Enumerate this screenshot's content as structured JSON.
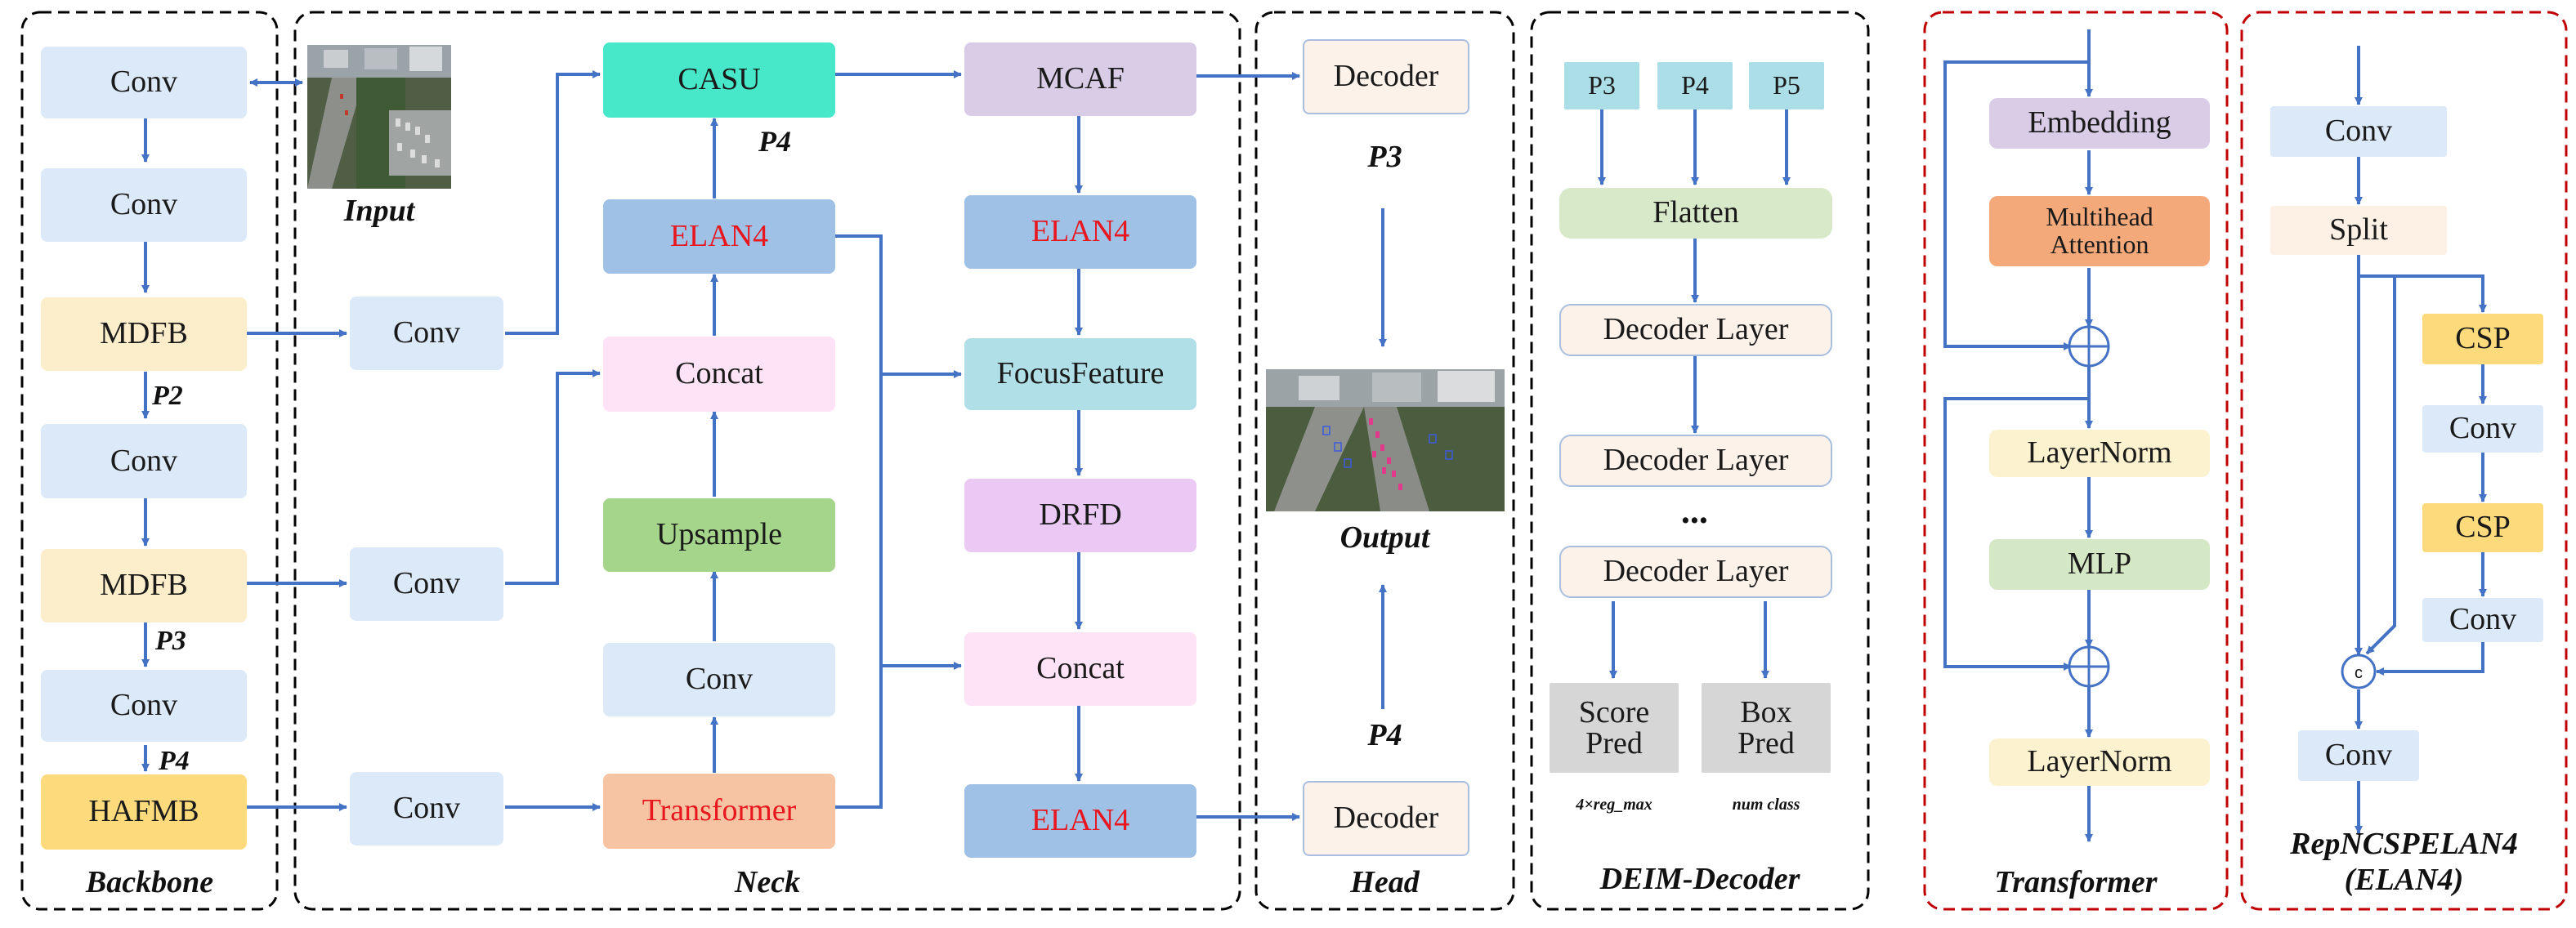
{
  "sections": {
    "backbone": "Backbone",
    "neck": "Neck",
    "head": "Head",
    "deim_decoder": "DEIM-Decoder",
    "transformer": "Transformer",
    "elan4": [
      "RepNCSPELAN4",
      "(ELAN4)"
    ]
  },
  "backbone": {
    "conv1": "Conv",
    "conv2": "Conv",
    "mdfb1": "MDFB",
    "p2": "P2",
    "conv3": "Conv",
    "mdfb2": "MDFB",
    "p3": "P3",
    "conv4": "Conv",
    "p4": "P4",
    "hafmb": "HAFMB"
  },
  "neck": {
    "input_label": "Input",
    "conv_a": "Conv",
    "conv_b": "Conv",
    "conv_c": "Conv",
    "casu": "CASU",
    "p4_label": "P4",
    "elan4_top": "ELAN4",
    "concat_left": "Concat",
    "upsample": "Upsample",
    "conv_mid": "Conv",
    "transformer": "Transformer",
    "mcaf": "MCAF",
    "elan4_mid": "ELAN4",
    "focus": "FocusFeature",
    "drfd": "DRFD",
    "concat_right": "Concat",
    "elan4_bottom": "ELAN4"
  },
  "head": {
    "decoder_top": "Decoder",
    "p3": "P3",
    "output_label": "Output",
    "p4": "P4",
    "decoder_bottom": "Decoder"
  },
  "deim": {
    "p3": "P3",
    "p4": "P4",
    "p5": "P5",
    "flatten": "Flatten",
    "layer1": "Decoder Layer",
    "layer2": "Decoder Layer",
    "dots": "...",
    "layer3": "Decoder Layer",
    "score_pred": [
      "Score",
      "Pred"
    ],
    "box_pred": [
      "Box",
      "Pred"
    ],
    "score_note": "4×reg_max",
    "box_note": "num class"
  },
  "transformer": {
    "embedding": "Embedding",
    "attention": [
      "Multihead",
      "Attention"
    ],
    "layernorm1": "LayerNorm",
    "mlp": "MLP",
    "layernorm2": "LayerNorm"
  },
  "elan4": {
    "conv_top": "Conv",
    "split": "Split",
    "csp1": "CSP",
    "conv1": "Conv",
    "csp2": "CSP",
    "conv2": "Conv",
    "concat_symbol": "c",
    "conv_bottom": "Conv"
  },
  "colors": {
    "arrow": "#4472c4",
    "dash_black": "#000000",
    "dash_red": "#c00000",
    "red_text": "#e8161e"
  }
}
